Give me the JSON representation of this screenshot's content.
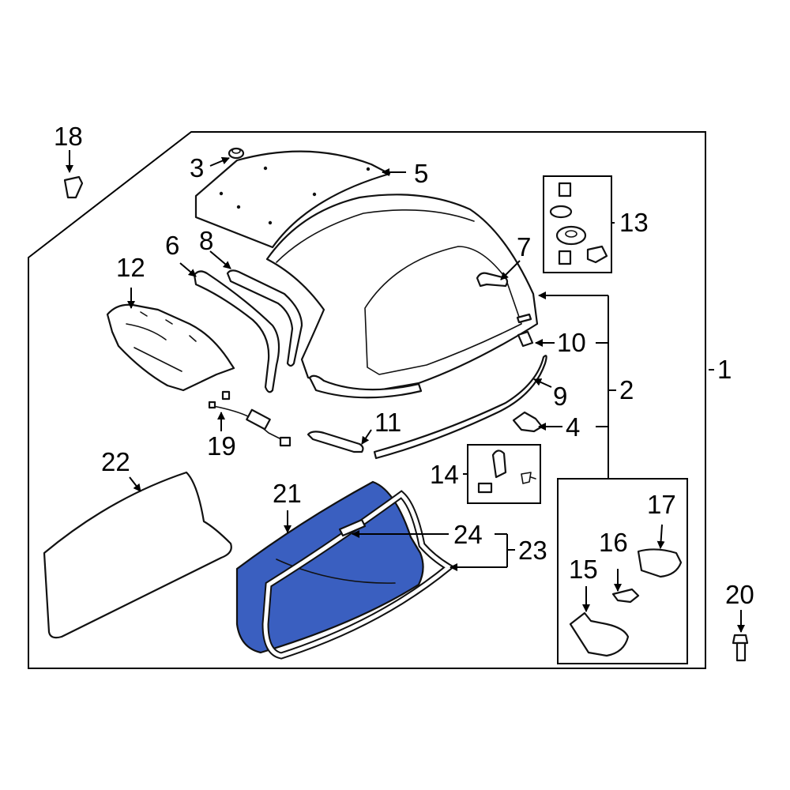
{
  "accent_color": "#3a5fc0",
  "callouts": {
    "c1": "1",
    "c2": "2",
    "c3": "3",
    "c4": "4",
    "c5": "5",
    "c6": "6",
    "c7": "7",
    "c8": "8",
    "c9": "9",
    "c10": "10",
    "c11": "11",
    "c12": "12",
    "c13": "13",
    "c14": "14",
    "c15": "15",
    "c16": "16",
    "c17": "17",
    "c18": "18",
    "c19": "19",
    "c20": "20",
    "c21": "21",
    "c22": "22",
    "c23": "23",
    "c24": "24"
  }
}
